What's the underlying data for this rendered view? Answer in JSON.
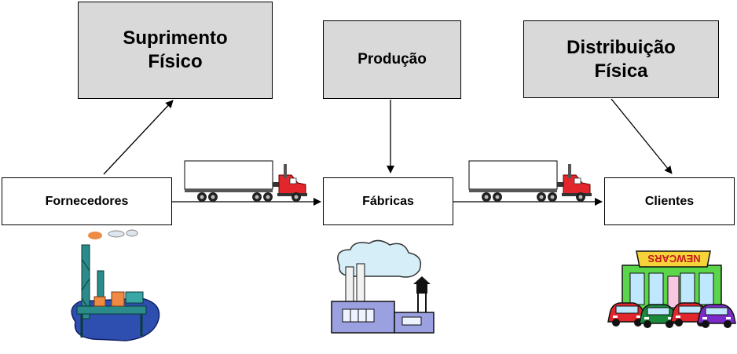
{
  "top_boxes": {
    "suprimento": [
      "Suprimento",
      "Físico"
    ],
    "producao": "Produção",
    "distribuicao": [
      "Distribuição",
      "Física"
    ]
  },
  "nodes": {
    "fornecedores": "Fornecedores",
    "fabricas": "Fábricas",
    "clientes": "Clientes"
  },
  "illustrations": {
    "fornecedores": "oil-platform-icon",
    "fabricas": "factory-icon",
    "clientes": "car-dealership-icon",
    "transport": "truck-icon",
    "dealership_sign": "NEWCARS"
  },
  "colors": {
    "top_box_fill": "#d9d9d9",
    "node_fill": "#ffffff",
    "truck_cab": "#e3262b",
    "truck_trailer": "#ffffff",
    "water": "#2f4fb0"
  }
}
